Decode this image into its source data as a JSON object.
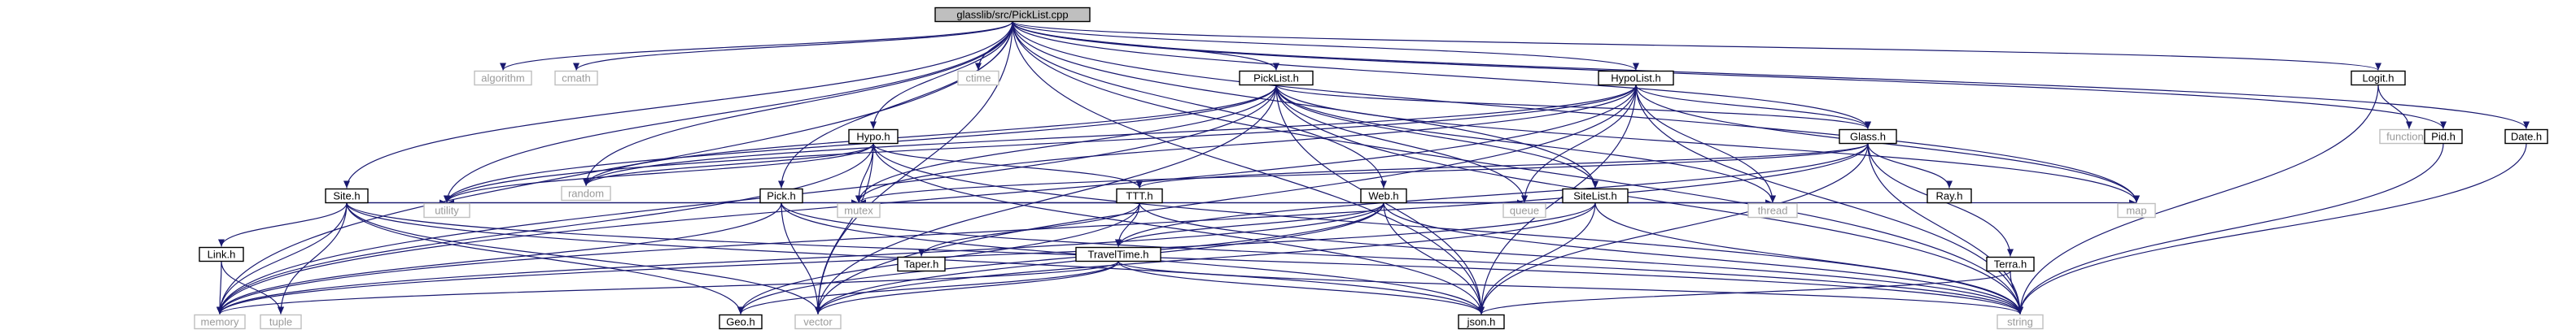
{
  "graph": {
    "root": "glasslib/src/PickList.cpp",
    "nodes": [
      {
        "id": "PickList.cpp",
        "label": "glasslib/src/PickList.cpp",
        "kind": "root"
      },
      {
        "id": "algorithm",
        "label": "algorithm",
        "kind": "system"
      },
      {
        "id": "cmath",
        "label": "cmath",
        "kind": "system"
      },
      {
        "id": "ctime",
        "label": "ctime",
        "kind": "system"
      },
      {
        "id": "functional",
        "label": "functional",
        "kind": "system"
      },
      {
        "id": "random",
        "label": "random",
        "kind": "system"
      },
      {
        "id": "utility",
        "label": "utility",
        "kind": "system"
      },
      {
        "id": "mutex",
        "label": "mutex",
        "kind": "system"
      },
      {
        "id": "queue",
        "label": "queue",
        "kind": "system"
      },
      {
        "id": "thread",
        "label": "thread",
        "kind": "system"
      },
      {
        "id": "map",
        "label": "map",
        "kind": "system"
      },
      {
        "id": "memory",
        "label": "memory",
        "kind": "system"
      },
      {
        "id": "tuple",
        "label": "tuple",
        "kind": "system"
      },
      {
        "id": "vector",
        "label": "vector",
        "kind": "system"
      },
      {
        "id": "string",
        "label": "string",
        "kind": "system"
      },
      {
        "id": "PickList.h",
        "label": "PickList.h",
        "kind": "header"
      },
      {
        "id": "HypoList.h",
        "label": "HypoList.h",
        "kind": "header"
      },
      {
        "id": "Logit.h",
        "label": "Logit.h",
        "kind": "header"
      },
      {
        "id": "Pid.h",
        "label": "Pid.h",
        "kind": "header"
      },
      {
        "id": "Date.h",
        "label": "Date.h",
        "kind": "header"
      },
      {
        "id": "Hypo.h",
        "label": "Hypo.h",
        "kind": "header"
      },
      {
        "id": "Glass.h",
        "label": "Glass.h",
        "kind": "header"
      },
      {
        "id": "Site.h",
        "label": "Site.h",
        "kind": "header"
      },
      {
        "id": "Pick.h",
        "label": "Pick.h",
        "kind": "header"
      },
      {
        "id": "TTT.h",
        "label": "TTT.h",
        "kind": "header"
      },
      {
        "id": "Web.h",
        "label": "Web.h",
        "kind": "header"
      },
      {
        "id": "SiteList.h",
        "label": "SiteList.h",
        "kind": "header"
      },
      {
        "id": "Ray.h",
        "label": "Ray.h",
        "kind": "header"
      },
      {
        "id": "Link.h",
        "label": "Link.h",
        "kind": "header"
      },
      {
        "id": "Taper.h",
        "label": "Taper.h",
        "kind": "header"
      },
      {
        "id": "TravelTime.h",
        "label": "TravelTime.h",
        "kind": "header"
      },
      {
        "id": "Terra.h",
        "label": "Terra.h",
        "kind": "header"
      },
      {
        "id": "Geo.h",
        "label": "Geo.h",
        "kind": "header"
      },
      {
        "id": "json.h",
        "label": "json.h",
        "kind": "header"
      }
    ],
    "edges": [
      [
        "PickList.cpp",
        "PickList.h"
      ],
      [
        "PickList.cpp",
        "HypoList.h"
      ],
      [
        "PickList.cpp",
        "Logit.h"
      ],
      [
        "PickList.cpp",
        "Pid.h"
      ],
      [
        "PickList.cpp",
        "Date.h"
      ],
      [
        "PickList.cpp",
        "algorithm"
      ],
      [
        "PickList.cpp",
        "cmath"
      ],
      [
        "PickList.cpp",
        "ctime"
      ],
      [
        "PickList.cpp",
        "Hypo.h"
      ],
      [
        "PickList.cpp",
        "Site.h"
      ],
      [
        "PickList.cpp",
        "Pick.h"
      ],
      [
        "PickList.cpp",
        "Web.h"
      ],
      [
        "PickList.cpp",
        "Glass.h"
      ],
      [
        "PickList.cpp",
        "SiteList.h"
      ],
      [
        "PickList.cpp",
        "random"
      ],
      [
        "PickList.cpp",
        "utility"
      ],
      [
        "PickList.cpp",
        "memory"
      ],
      [
        "PickList.cpp",
        "vector"
      ],
      [
        "PickList.cpp",
        "string"
      ],
      [
        "PickList.cpp",
        "map"
      ],
      [
        "PickList.cpp",
        "json.h"
      ],
      [
        "PickList.h",
        "Glass.h"
      ],
      [
        "PickList.h",
        "SiteList.h"
      ],
      [
        "PickList.h",
        "random"
      ],
      [
        "PickList.h",
        "utility"
      ],
      [
        "PickList.h",
        "mutex"
      ],
      [
        "PickList.h",
        "queue"
      ],
      [
        "PickList.h",
        "thread"
      ],
      [
        "PickList.h",
        "map"
      ],
      [
        "PickList.h",
        "memory"
      ],
      [
        "PickList.h",
        "vector"
      ],
      [
        "PickList.h",
        "string"
      ],
      [
        "PickList.h",
        "json.h"
      ],
      [
        "HypoList.h",
        "Glass.h"
      ],
      [
        "HypoList.h",
        "random"
      ],
      [
        "HypoList.h",
        "utility"
      ],
      [
        "HypoList.h",
        "mutex"
      ],
      [
        "HypoList.h",
        "queue"
      ],
      [
        "HypoList.h",
        "thread"
      ],
      [
        "HypoList.h",
        "map"
      ],
      [
        "HypoList.h",
        "memory"
      ],
      [
        "HypoList.h",
        "vector"
      ],
      [
        "HypoList.h",
        "string"
      ],
      [
        "HypoList.h",
        "json.h"
      ],
      [
        "Logit.h",
        "functional"
      ],
      [
        "Logit.h",
        "string"
      ],
      [
        "Pid.h",
        "string"
      ],
      [
        "Date.h",
        "string"
      ],
      [
        "Hypo.h",
        "TTT.h"
      ],
      [
        "Hypo.h",
        "random"
      ],
      [
        "Hypo.h",
        "mutex"
      ],
      [
        "Hypo.h",
        "memory"
      ],
      [
        "Hypo.h",
        "vector"
      ],
      [
        "Hypo.h",
        "string"
      ],
      [
        "Hypo.h",
        "json.h"
      ],
      [
        "Hypo.h",
        "utility"
      ],
      [
        "Glass.h",
        "TTT.h"
      ],
      [
        "Glass.h",
        "Ray.h"
      ],
      [
        "Glass.h",
        "Terra.h"
      ],
      [
        "Glass.h",
        "TravelTime.h"
      ],
      [
        "Glass.h",
        "mutex"
      ],
      [
        "Glass.h",
        "memory"
      ],
      [
        "Glass.h",
        "string"
      ],
      [
        "Glass.h",
        "json.h"
      ],
      [
        "Site.h",
        "Link.h"
      ],
      [
        "Site.h",
        "Geo.h"
      ],
      [
        "Site.h",
        "utility"
      ],
      [
        "Site.h",
        "mutex"
      ],
      [
        "Site.h",
        "memory"
      ],
      [
        "Site.h",
        "tuple"
      ],
      [
        "Site.h",
        "vector"
      ],
      [
        "Site.h",
        "string"
      ],
      [
        "Site.h",
        "json.h"
      ],
      [
        "Pick.h",
        "mutex"
      ],
      [
        "Pick.h",
        "memory"
      ],
      [
        "Pick.h",
        "vector"
      ],
      [
        "Pick.h",
        "string"
      ],
      [
        "Pick.h",
        "json.h"
      ],
      [
        "Pick.h",
        "utility"
      ],
      [
        "TTT.h",
        "Taper.h"
      ],
      [
        "TTT.h",
        "TravelTime.h"
      ],
      [
        "TTT.h",
        "mutex"
      ],
      [
        "TTT.h",
        "string"
      ],
      [
        "TTT.h",
        "Geo.h"
      ],
      [
        "Web.h",
        "TravelTime.h"
      ],
      [
        "Web.h",
        "mutex"
      ],
      [
        "Web.h",
        "queue"
      ],
      [
        "Web.h",
        "thread"
      ],
      [
        "Web.h",
        "memory"
      ],
      [
        "Web.h",
        "vector"
      ],
      [
        "Web.h",
        "string"
      ],
      [
        "Web.h",
        "json.h"
      ],
      [
        "Web.h",
        "Geo.h"
      ],
      [
        "SiteList.h",
        "mutex"
      ],
      [
        "SiteList.h",
        "thread"
      ],
      [
        "SiteList.h",
        "map"
      ],
      [
        "SiteList.h",
        "vector"
      ],
      [
        "SiteList.h",
        "string"
      ],
      [
        "SiteList.h",
        "json.h"
      ],
      [
        "SiteList.h",
        "memory"
      ],
      [
        "Link.h",
        "memory"
      ],
      [
        "Link.h",
        "tuple"
      ],
      [
        "TravelTime.h",
        "Geo.h"
      ],
      [
        "TravelTime.h",
        "string"
      ],
      [
        "TravelTime.h",
        "json.h"
      ],
      [
        "TravelTime.h",
        "memory"
      ],
      [
        "TravelTime.h",
        "vector"
      ],
      [
        "Terra.h",
        "string"
      ],
      [
        "Terra.h",
        "json.h"
      ]
    ]
  }
}
